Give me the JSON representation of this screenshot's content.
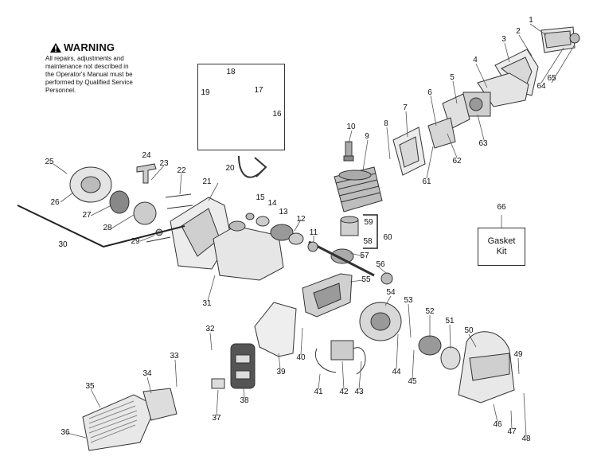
{
  "warning": {
    "title": "WARNING",
    "lines": [
      "All repairs, adjustments and",
      "maintenance not described in",
      "the Operator's Manual must be",
      "performed by Qualified Service",
      "Personnel."
    ]
  },
  "gasket_kit": {
    "number": "66",
    "label": "Gasket Kit"
  },
  "part_numbers": [
    "1",
    "2",
    "3",
    "4",
    "5",
    "6",
    "7",
    "8",
    "9",
    "10",
    "11",
    "12",
    "13",
    "14",
    "15",
    "16",
    "17",
    "18",
    "19",
    "20",
    "21",
    "22",
    "23",
    "24",
    "25",
    "26",
    "27",
    "28",
    "29",
    "30",
    "31",
    "32",
    "33",
    "34",
    "35",
    "36",
    "37",
    "38",
    "39",
    "40",
    "41",
    "42",
    "43",
    "44",
    "45",
    "46",
    "47",
    "48",
    "49",
    "50",
    "51",
    "52",
    "53",
    "54",
    "55",
    "56",
    "57",
    "58",
    "59",
    "60",
    "61",
    "62",
    "63",
    "64",
    "65",
    "66"
  ]
}
